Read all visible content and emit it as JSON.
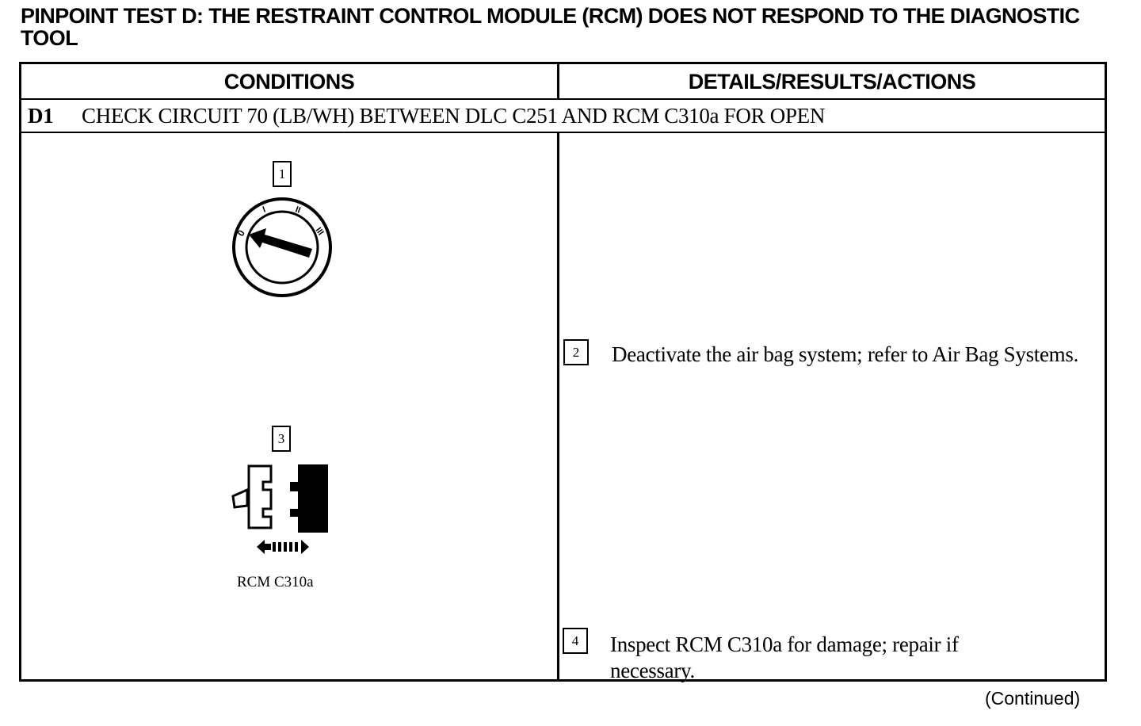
{
  "title": "PINPOINT TEST D:  THE RESTRAINT CONTROL MODULE (RCM) DOES NOT RESPOND TO THE DIAGNOSTIC TOOL",
  "table": {
    "col_conditions": "CONDITIONS",
    "col_details": "DETAILS/RESULTS/ACTIONS"
  },
  "step": {
    "id": "D1",
    "text": "CHECK CIRCUIT 70 (LB/WH) BETWEEN DLC C251 AND RCM C310a FOR OPEN"
  },
  "figure_1": {
    "callout": "1",
    "icon": "ignition-switch-icon",
    "positions": [
      "0",
      "I",
      "II",
      "III"
    ]
  },
  "figure_3": {
    "callout": "3",
    "icon": "connector-disconnect-icon",
    "label": "RCM C310a"
  },
  "actions": [
    {
      "callout": "2",
      "text": "Deactivate the air bag system; refer to  Air Bag Systems."
    },
    {
      "callout": "4",
      "text": "Inspect RCM C310a for damage; repair if necessary."
    }
  ],
  "footer": "(Continued)"
}
